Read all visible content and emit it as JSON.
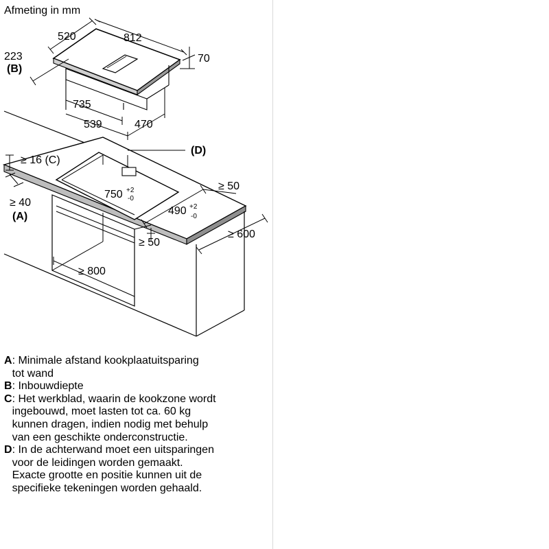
{
  "caption": "Afmeting in mm",
  "dims": {
    "depth_520": "520",
    "width_812": "812",
    "height_70": "70",
    "depth_223": "223",
    "depth_223_key": "(B)",
    "width_735": "735",
    "width_539": "539",
    "depth_470": "470",
    "min_16": "≥ 16 (C)",
    "min_40": "≥ 40",
    "min_40_key": "(A)",
    "cutout_750": "750",
    "cutout_750_plus": "+2",
    "cutout_750_minus": "-0",
    "cutout_490": "490",
    "cutout_490_plus": "+2",
    "cutout_490_minus": "-0",
    "min_50_right": "≥ 50",
    "min_50_front": "≥ 50",
    "min_600": "≥ 600",
    "min_800": "≥ 800",
    "wall_key": "(D)"
  },
  "legend": [
    {
      "key": "A",
      "text": ": Minimale afstand kookplaatuitsparing\n   tot wand"
    },
    {
      "key": "B",
      "text": ": Inbouwdiepte"
    },
    {
      "key": "C",
      "text": ": Het werkblad, waarin de kookzone wordt\n   ingebouwd, moet lasten tot ca. 60 kg\n   kunnen dragen, indien nodig met behulp\n   van een geschikte onderconstructie."
    },
    {
      "key": "D",
      "text": ": In de achterwand moet een uitsparingen\n   voor de leidingen worden gemaakt.\n   Exacte grootte en positie kunnen uit de\n   specifieke tekeningen worden gehaald."
    }
  ]
}
